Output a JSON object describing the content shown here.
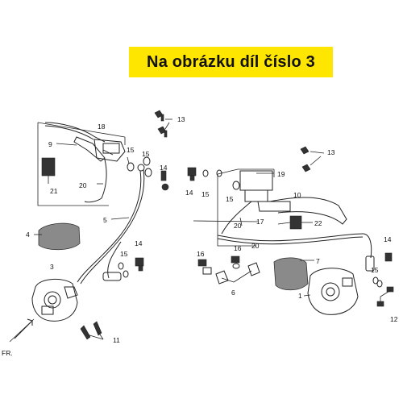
{
  "banner": {
    "text": "Na obrázku díl číslo 3",
    "color": "#ffe600"
  },
  "labels": {
    "l1": "1",
    "l3": "3",
    "l4": "4",
    "l5": "5",
    "l6": "6",
    "l7": "7",
    "l9": "9",
    "l10": "10",
    "l11": "11",
    "l12": "12",
    "l13a": "13",
    "l13b": "13",
    "l14a": "14",
    "l14b": "14",
    "l14c": "14",
    "l15a": "15",
    "l15b": "15",
    "l15c": "15",
    "l15d": "15",
    "l15e": "15",
    "l15f": "15",
    "l16a": "16",
    "l16b": "16",
    "l17": "17",
    "l18": "18",
    "l19": "19",
    "l20a": "20",
    "l20b": "20",
    "l20c": "20",
    "l21": "21",
    "l22": "22",
    "fr": "FR."
  }
}
